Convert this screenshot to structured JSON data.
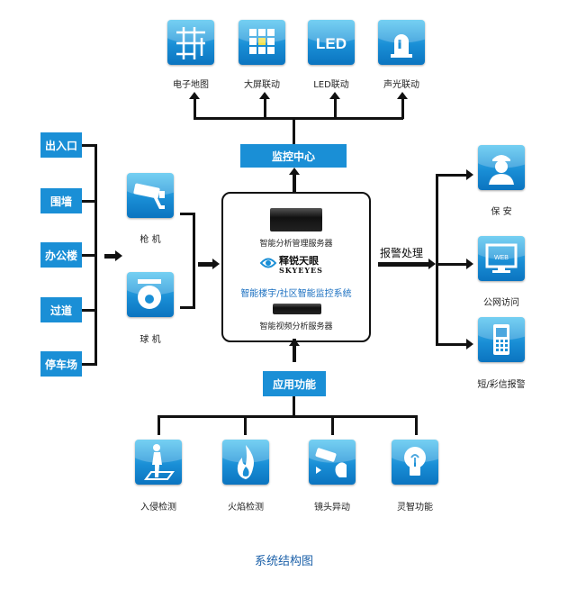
{
  "top_outputs": [
    {
      "label": "电子地图",
      "icon": "map-icon"
    },
    {
      "label": "大屏联动",
      "icon": "grid-screen-icon"
    },
    {
      "label": "LED联动",
      "icon": "led-icon"
    },
    {
      "label": "声光联动",
      "icon": "alarm-light-icon"
    }
  ],
  "led_text": "LED",
  "monitor_center": "监控中心",
  "locations": [
    "出入口",
    "围墙",
    "办公楼",
    "过道",
    "停车场"
  ],
  "cameras": [
    {
      "label": "枪  机",
      "icon": "bullet-camera-icon"
    },
    {
      "label": "球  机",
      "icon": "dome-camera-icon"
    }
  ],
  "center": {
    "server_top": "智能分析管理服务器",
    "brand_cn": "释锐天眼",
    "brand_en": "SKYEYES",
    "system_name": "智能楼宇/社区智能监控系统",
    "server_bottom": "智能视频分析服务器"
  },
  "alarm_label": "报警处理",
  "right_outputs": [
    {
      "label": "保  安",
      "icon": "security-guard-icon"
    },
    {
      "label": "公网访问",
      "icon": "web-monitor-icon"
    },
    {
      "label": "短/彩信报警",
      "icon": "mobile-phone-icon"
    }
  ],
  "web_text": "WEB",
  "application": "应用功能",
  "functions": [
    {
      "label": "入侵检测",
      "icon": "intrusion-icon"
    },
    {
      "label": "火焰检测",
      "icon": "flame-icon"
    },
    {
      "label": "镜头异动",
      "icon": "camera-tamper-icon"
    },
    {
      "label": "灵智功能",
      "icon": "smart-bulb-icon"
    }
  ],
  "caption": "系统结构图",
  "colors": {
    "accent": "#1a8fd6",
    "line": "#111111"
  }
}
